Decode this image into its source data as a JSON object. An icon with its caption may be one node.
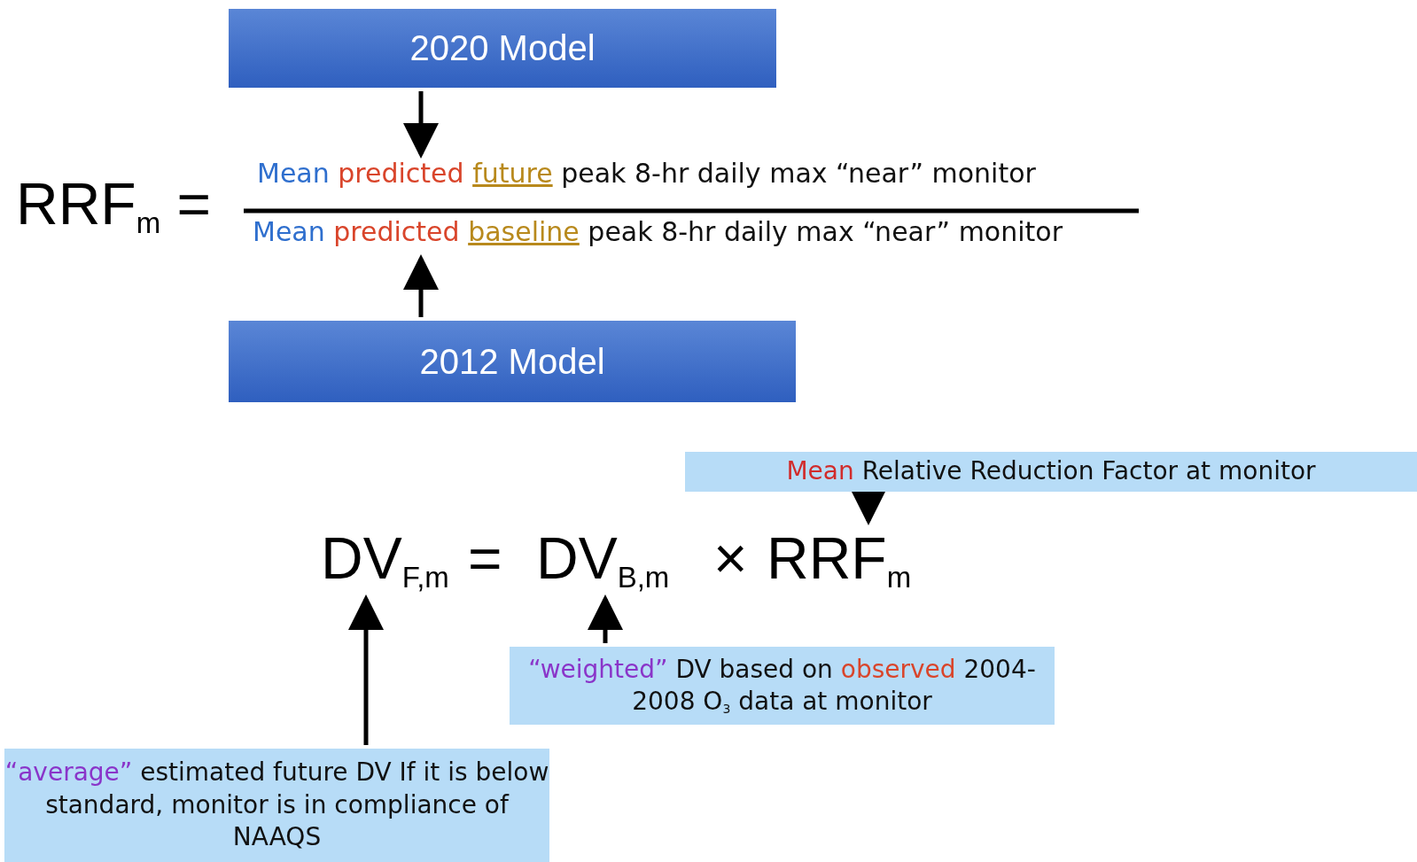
{
  "diagram": {
    "nodes": [
      {
        "text": [
          "2020 Model"
        ]
      },
      {
        "text": [
          "Mean predicted future peak 8-hr daily max “near” monitor"
        ]
      },
      {
        "text": [
          "Mean predicted baseline peak 8-hr daily max “near” monitor"
        ]
      },
      {
        "text": [
          "2012 Model"
        ]
      },
      {
        "text": [
          "Mean Relative Reduction Factor at monitor"
        ]
      },
      {
        "text": [
          "RRF$_{m}$"
        ]
      },
      {
        "text": [
          "DV$_{B,m}$"
        ]
      },
      {
        "text": [
          "DV$_{F,m}$"
        ]
      },
      {
        "text": [
          "“weighted” DV based on observed 2004-2008 O$_{3}$ data at monitor"
        ]
      },
      {
        "text": [
          "“average” estimated future DV If it is below standard, monitor is in compliance of NAAQS"
        ]
      }
    ],
    "edges": [
      {
        "from": 0,
        "to": 1,
        "arrow": "to"
      },
      {
        "from": 3,
        "to": 2,
        "arrow": "to"
      },
      {
        "from": 4,
        "to": 5,
        "arrow": "to"
      },
      {
        "from": 8,
        "to": 6,
        "arrow": "to"
      },
      {
        "from": 9,
        "to": 7,
        "arrow": "to"
      }
    ],
    "labels": [
      "RRF$_{m}$ =",
      "=",
      "×"
    ]
  }
}
